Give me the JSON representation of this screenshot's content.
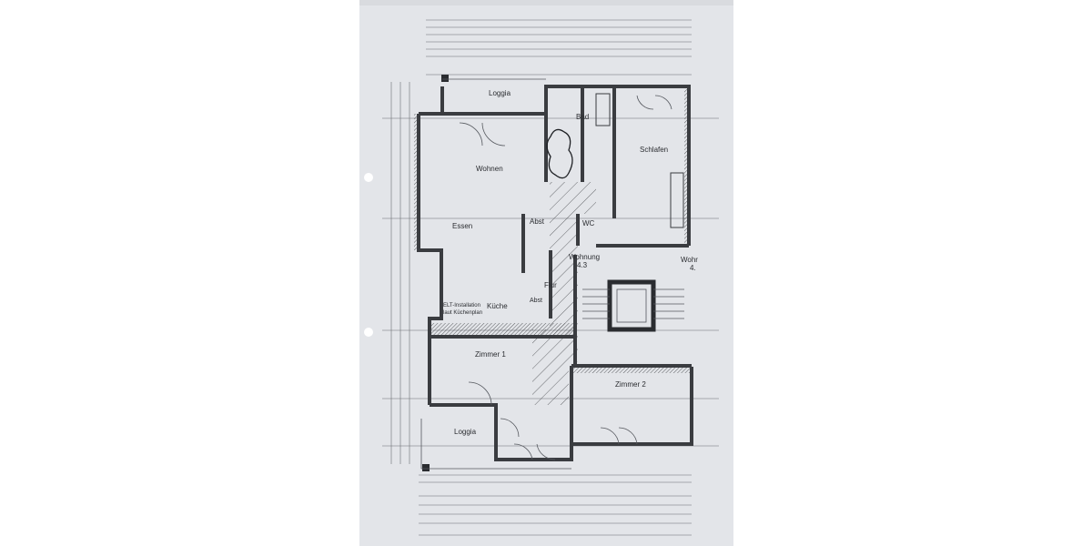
{
  "colors": {
    "paper": "#e3e5e9",
    "ink": "#2a2c30",
    "background": "#ffffff"
  },
  "rooms": {
    "loggia_top": "Loggia",
    "bad": "Bad",
    "schlafen": "Schlafen",
    "wohnen": "Wohnen",
    "essen": "Essen",
    "abst_top": "Abst",
    "wc": "WC",
    "wohnung": "Wohnung",
    "wohnung_no": "4.3",
    "wohnung_right": "Wohr",
    "wohnung_right_no": "4.",
    "flur": "Flur",
    "kueche": "Küche",
    "abst_bottom": "Abst",
    "zimmer1": "Zimmer 1",
    "zimmer2": "Zimmer 2",
    "loggia_bottom": "Loggia"
  },
  "notes": {
    "elt_line1": "ELT-Installation",
    "elt_line2": "laut Küchenplan"
  }
}
